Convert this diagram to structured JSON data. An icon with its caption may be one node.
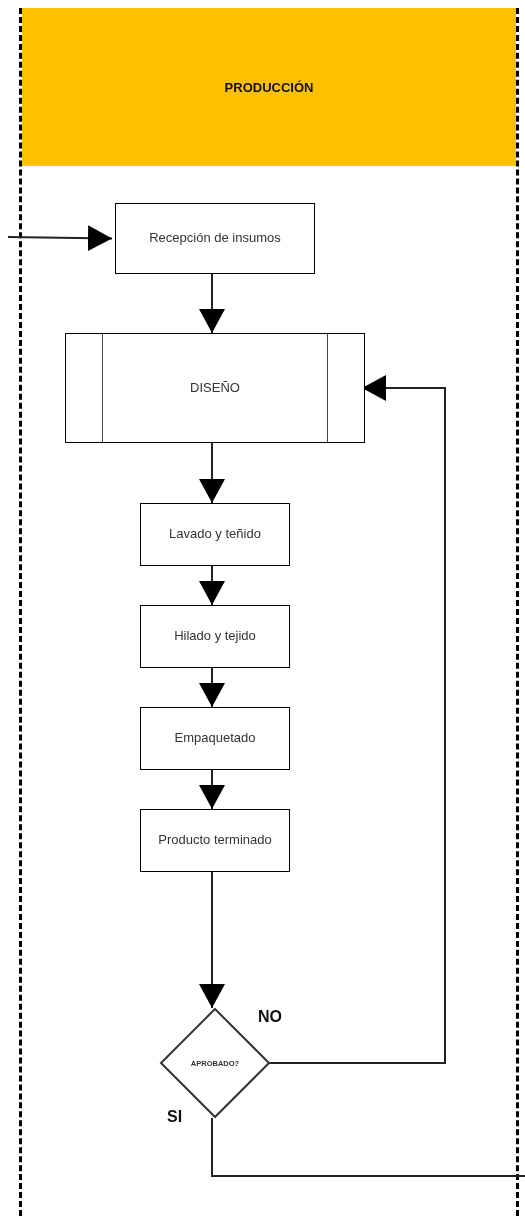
{
  "diagram": {
    "nodes": [
      {
        "text": [
          "PRODUCCIÓN"
        ]
      },
      {
        "text": [
          "Recepción de insumos"
        ],
        "in": 0
      },
      {
        "text": [
          "DISEÑO"
        ],
        "in": 0
      },
      {
        "text": [
          "Lavado y teñido"
        ],
        "in": 0
      },
      {
        "text": [
          "Hilado y tejido"
        ],
        "in": 0
      },
      {
        "text": [
          "Empaquetado"
        ],
        "in": 0
      },
      {
        "text": [
          "Producto terminado"
        ],
        "in": 0
      },
      {
        "text": [
          "APROBADO?"
        ],
        "in": 0
      }
    ],
    "edges": [
      {
        "from": null,
        "to": 1,
        "arrow": "to"
      },
      {
        "from": 1,
        "to": 2,
        "arrow": "to"
      },
      {
        "from": 2,
        "to": 3,
        "arrow": "to"
      },
      {
        "from": 3,
        "to": 4,
        "arrow": "to"
      },
      {
        "from": 4,
        "to": 5,
        "arrow": "to"
      },
      {
        "from": 5,
        "to": 6,
        "arrow": "to"
      },
      {
        "from": 6,
        "to": 7,
        "arrow": "to"
      },
      {
        "from": 7,
        "to": 2,
        "arrow": "to",
        "label": "NO"
      },
      {
        "from": 7,
        "to": null,
        "arrow": "none",
        "label": "SI"
      }
    ]
  }
}
